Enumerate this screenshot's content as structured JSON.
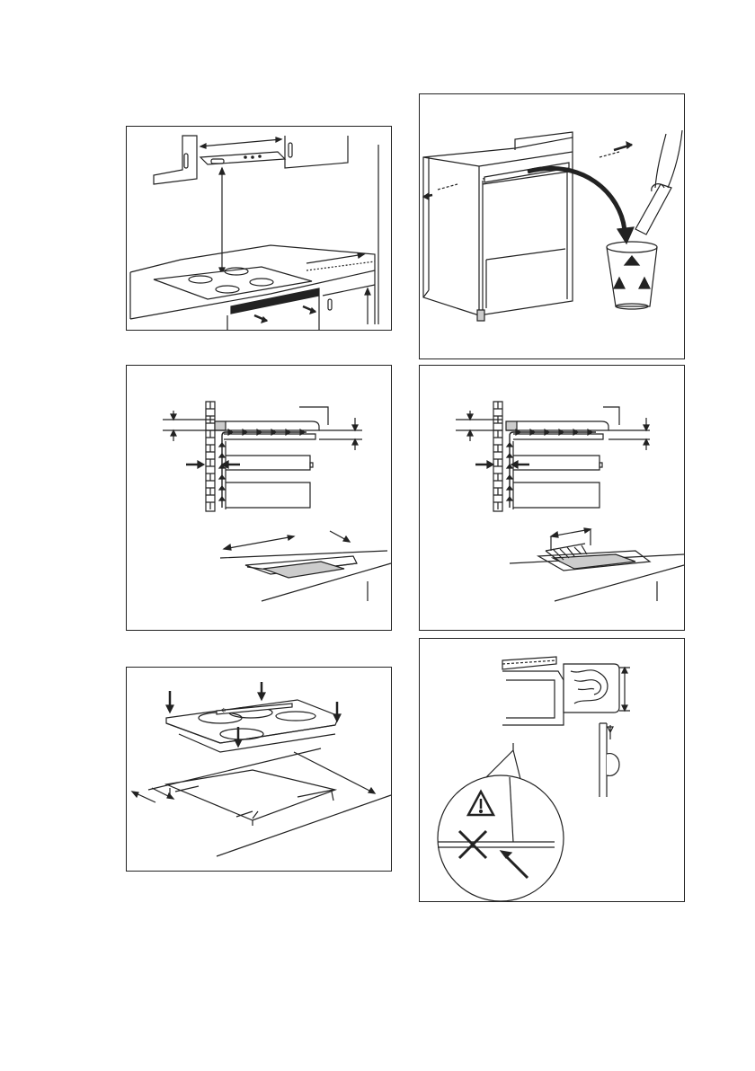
{
  "page": {
    "footer_text": "",
    "colors": {
      "line": "#222222",
      "fill_grey": "#cccccc",
      "fill_dark": "#222222",
      "background": "#ffffff"
    }
  },
  "panels": [
    {
      "id": "kitchen-hob-clearance",
      "icons": [
        "arrow-icon",
        "dimension-arrow-icon"
      ]
    },
    {
      "id": "cabinet-recycle",
      "icons": [
        "recycle-icon",
        "arrow-icon",
        "screw-icon",
        "hand-icon"
      ]
    },
    {
      "id": "ventilation-airflow-a",
      "icons": [
        "wall-icon",
        "arrow-icon",
        "dimension-arrow-icon"
      ]
    },
    {
      "id": "ventilation-airflow-b",
      "icons": [
        "wall-icon",
        "arrow-icon",
        "dimension-arrow-icon"
      ]
    },
    {
      "id": "hob-insertion",
      "icons": [
        "arrow-icon",
        "seal-strip-icon",
        "dimension-arrow-icon"
      ]
    },
    {
      "id": "edge-warning",
      "icons": [
        "warning-triangle-icon",
        "cross-icon",
        "arrow-icon",
        "wood-grain-icon"
      ]
    }
  ]
}
